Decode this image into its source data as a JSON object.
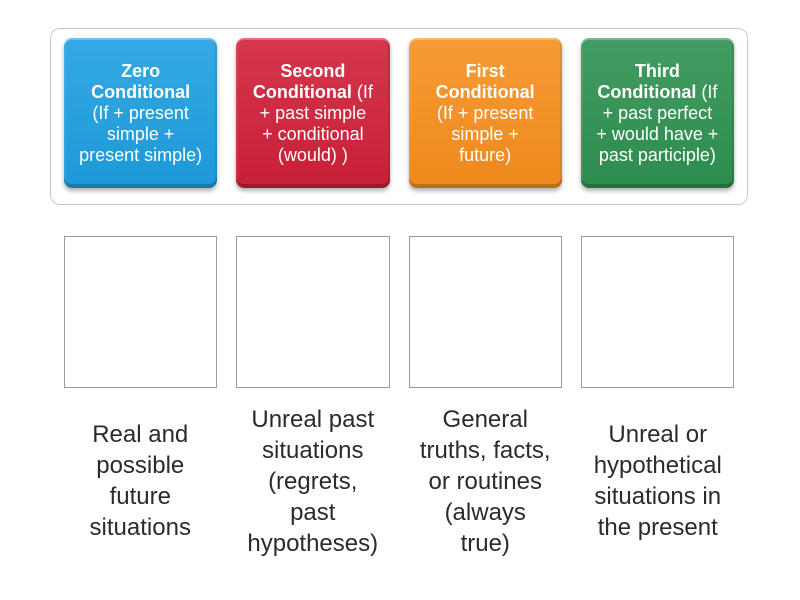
{
  "tray": {
    "cards": [
      {
        "title": "Zero\nConditional",
        "detail": "\n(If + present\nsimple +\npresent simple)",
        "color": "#1e9fe0"
      },
      {
        "title": "Second\nConditional",
        "detail": "(If\n+ past simple\n+ conditional\n(would) )",
        "color": "#d02039"
      },
      {
        "title": "First\nConditional",
        "detail": "\n(If + present\nsimple +\nfuture)",
        "color": "#f78f1e"
      },
      {
        "title": "Third\nConditional",
        "detail": "(If\n+ past perfect\n+ would have +\npast participle)",
        "color": "#2e9150"
      }
    ]
  },
  "labels": [
    {
      "text": "Real and\npossible\nfuture\nsituations"
    },
    {
      "text": "Unreal past\nsituations\n(regrets,\npast\nhypotheses)"
    },
    {
      "text": "General\ntruths, facts,\nor routines\n(always\ntrue)"
    },
    {
      "text": "Unreal or\nhypothetical\nsituations in\nthe present"
    }
  ]
}
